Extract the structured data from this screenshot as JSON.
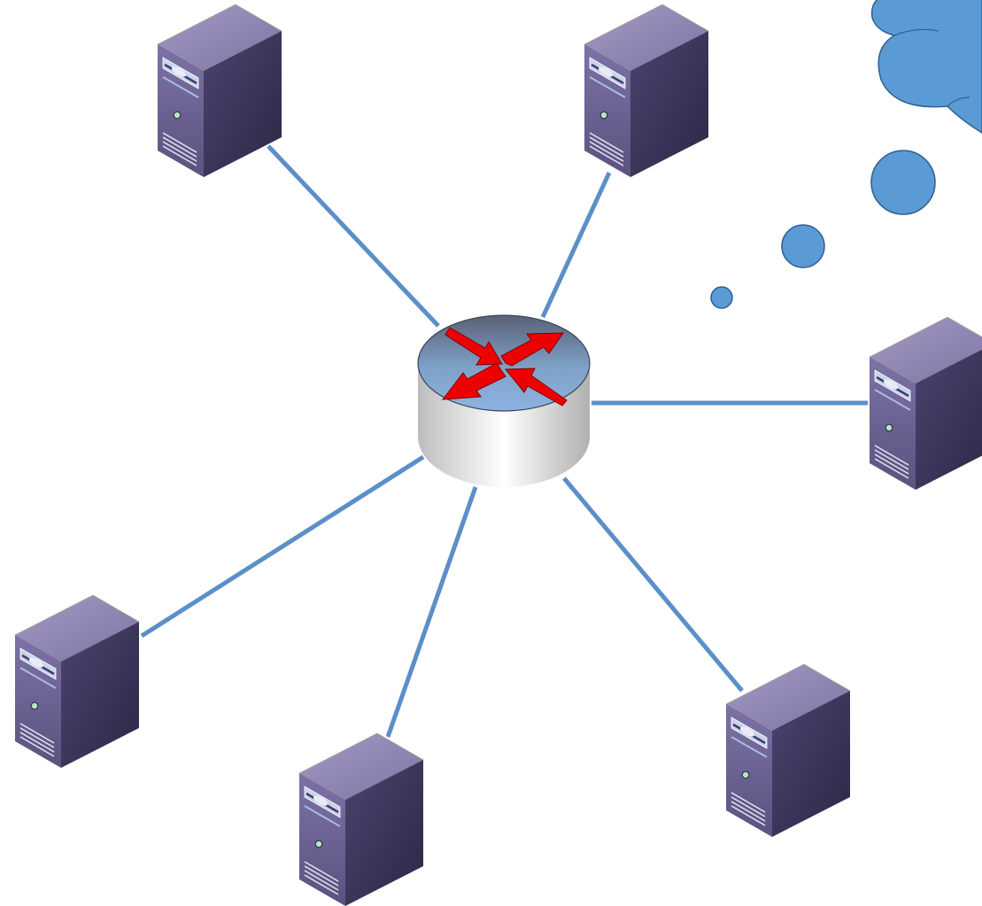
{
  "diagram": {
    "type": "star-network-topology",
    "colors": {
      "link": "#5b8fc7",
      "cloud": "#5b9bd5",
      "cloud_outline": "#2f5f8f",
      "server_front": "#6a5f93",
      "server_side": "#3a3558",
      "server_top": "#8a82ad",
      "router_top": "#7e98bf",
      "router_body": "#e6e6e6",
      "router_arrows": "#ee0000"
    },
    "hub": {
      "icon": "router-icon"
    },
    "nodes": [
      {
        "id": "server-top-left",
        "icon": "server-icon"
      },
      {
        "id": "server-top-right",
        "icon": "server-icon"
      },
      {
        "id": "server-right",
        "icon": "server-icon"
      },
      {
        "id": "server-bottom-right",
        "icon": "server-icon"
      },
      {
        "id": "server-bottom-center",
        "icon": "server-icon"
      },
      {
        "id": "server-bottom-left",
        "icon": "server-icon"
      }
    ],
    "decor": {
      "icon": "thought-cloud-icon"
    }
  }
}
